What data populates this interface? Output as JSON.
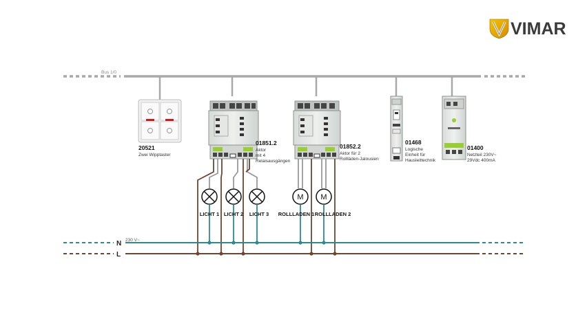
{
  "brand": {
    "name": "VIMAR",
    "logo_icon": "vimar-shield-logo-icon",
    "accent": "#e8a400"
  },
  "bus": {
    "label": "Bus 1/0",
    "color": "#a8a8a8"
  },
  "rails": {
    "neutral": {
      "label": "N",
      "voltage": "230 V~",
      "color": "#2a8a8e"
    },
    "live": {
      "label": "L",
      "color": "#6b4632"
    }
  },
  "devices": {
    "d20521": {
      "code": "20521",
      "desc": [
        "Zwei Wipptaster"
      ]
    },
    "d01851": {
      "code": "01851.2",
      "desc": [
        "Aktor",
        "mit 4",
        "Relaisausgängen"
      ]
    },
    "d01852": {
      "code": "01852.2",
      "desc": [
        "Aktor für 2",
        "Rollläden-Jalousien"
      ]
    },
    "d01468": {
      "code": "01468",
      "desc": [
        "Logische",
        "Einheit für",
        "Hausleittechnik"
      ]
    },
    "d01400": {
      "code": "01400",
      "desc": [
        "Netzteil 230V~",
        "29Vdc 400mA"
      ]
    }
  },
  "loads": [
    {
      "label": "LICHT 1",
      "icon": "lamp-icon"
    },
    {
      "label": "LICHT 2",
      "icon": "lamp-icon"
    },
    {
      "label": "LICHT 3",
      "icon": "lamp-icon"
    },
    {
      "label": "ROLLLADEN 1",
      "icon": "motor-icon",
      "glyph": "M"
    },
    {
      "label": "ROLLLADEN 2",
      "icon": "motor-icon",
      "glyph": "M"
    }
  ]
}
